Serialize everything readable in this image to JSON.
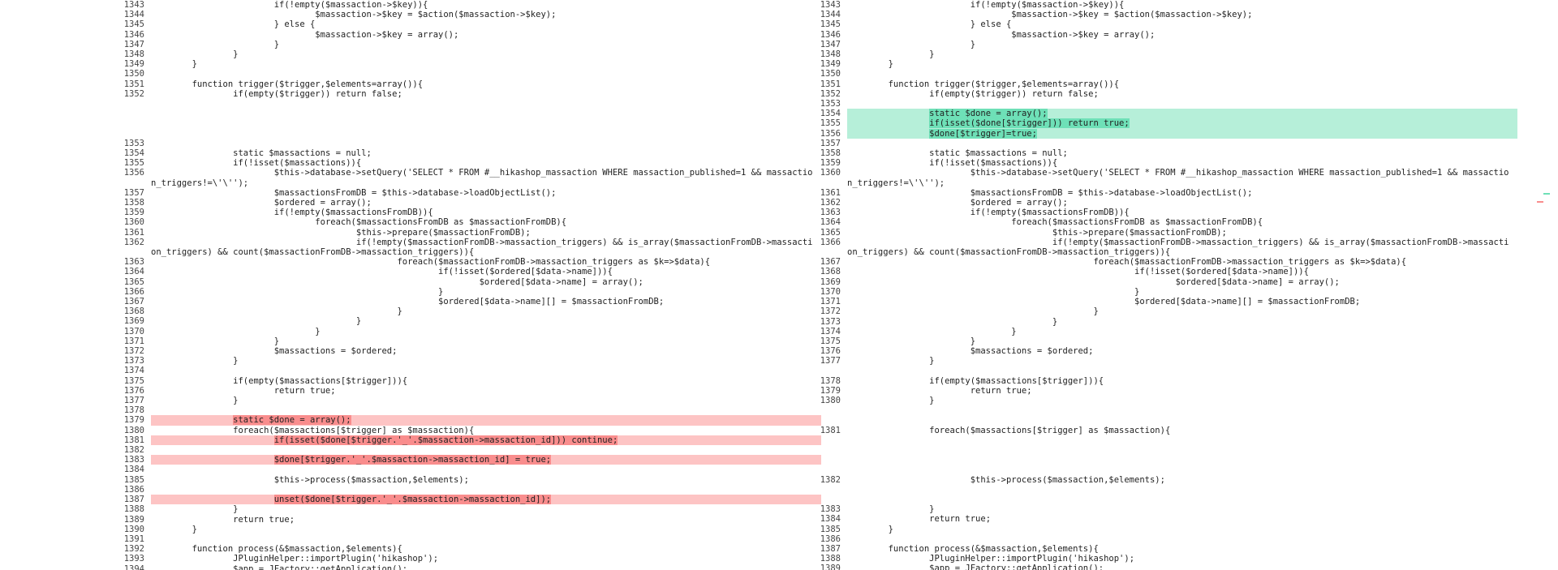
{
  "colors": {
    "removed_bg": "#fdc4c4",
    "removed_highlight": "#f98d8d",
    "added_bg": "#b6efd9",
    "added_highlight": "#6ee0b7",
    "filler_bg": "#e9ecef"
  },
  "left": [
    {
      "ln": "1343",
      "text": "                        if(!empty($massaction->$key)){",
      "type": "normal"
    },
    {
      "ln": "1344",
      "text": "                                $massaction->$key = $action($massaction->$key);",
      "type": "normal"
    },
    {
      "ln": "1345",
      "text": "                        } else {",
      "type": "normal"
    },
    {
      "ln": "1346",
      "text": "                                $massaction->$key = array();",
      "type": "normal"
    },
    {
      "ln": "1347",
      "text": "                        }",
      "type": "normal"
    },
    {
      "ln": "1348",
      "text": "                }",
      "type": "normal"
    },
    {
      "ln": "1349",
      "text": "        }",
      "type": "normal"
    },
    {
      "ln": "1350",
      "text": "",
      "type": "normal"
    },
    {
      "ln": "1351",
      "text": "        function trigger($trigger,$elements=array()){",
      "type": "normal"
    },
    {
      "ln": "1352",
      "text": "                if(empty($trigger)) return false;",
      "type": "normal"
    },
    {
      "ln": "",
      "text": "",
      "type": "filler"
    },
    {
      "ln": "",
      "text": "",
      "type": "filler"
    },
    {
      "ln": "",
      "text": "",
      "type": "filler"
    },
    {
      "ln": "",
      "text": "",
      "type": "filler"
    },
    {
      "ln": "1353",
      "text": "",
      "type": "normal"
    },
    {
      "ln": "1354",
      "text": "                static $massactions = null;",
      "type": "normal"
    },
    {
      "ln": "1355",
      "text": "                if(!isset($massactions)){",
      "type": "normal"
    },
    {
      "ln": "1356",
      "text": "                        $this->database->setQuery('SELECT * FROM #__hikashop_massaction WHERE massaction_published=1 && massaction_triggers!=\\'\\'');",
      "type": "normal",
      "wrap": true
    },
    {
      "ln": "1357",
      "text": "                        $massactionsFromDB = $this->database->loadObjectList();",
      "type": "normal"
    },
    {
      "ln": "1358",
      "text": "                        $ordered = array();",
      "type": "normal"
    },
    {
      "ln": "1359",
      "text": "                        if(!empty($massactionsFromDB)){",
      "type": "normal"
    },
    {
      "ln": "1360",
      "text": "                                foreach($massactionsFromDB as $massactionFromDB){",
      "type": "normal"
    },
    {
      "ln": "1361",
      "text": "                                        $this->prepare($massactionFromDB);",
      "type": "normal"
    },
    {
      "ln": "1362",
      "text": "                                        if(!empty($massactionFromDB->massaction_triggers) && is_array($massactionFromDB->massaction_triggers) && count($massactionFromDB->massaction_triggers)){",
      "type": "normal",
      "wrap": true
    },
    {
      "ln": "1363",
      "text": "                                                foreach($massactionFromDB->massaction_triggers as $k=>$data){",
      "type": "normal"
    },
    {
      "ln": "1364",
      "text": "                                                        if(!isset($ordered[$data->name])){",
      "type": "normal"
    },
    {
      "ln": "1365",
      "text": "                                                                $ordered[$data->name] = array();",
      "type": "normal"
    },
    {
      "ln": "1366",
      "text": "                                                        }",
      "type": "normal"
    },
    {
      "ln": "1367",
      "text": "                                                        $ordered[$data->name][] = $massactionFromDB;",
      "type": "normal"
    },
    {
      "ln": "1368",
      "text": "                                                }",
      "type": "normal"
    },
    {
      "ln": "1369",
      "text": "                                        }",
      "type": "normal"
    },
    {
      "ln": "1370",
      "text": "                                }",
      "type": "normal"
    },
    {
      "ln": "1371",
      "text": "                        }",
      "type": "normal"
    },
    {
      "ln": "1372",
      "text": "                        $massactions = $ordered;",
      "type": "normal"
    },
    {
      "ln": "1373",
      "text": "                }",
      "type": "normal"
    },
    {
      "ln": "1374",
      "text": "",
      "type": "removed"
    },
    {
      "ln": "1375",
      "text": "                if(empty($massactions[$trigger])){",
      "type": "normal"
    },
    {
      "ln": "1376",
      "text": "                        return true;",
      "type": "normal"
    },
    {
      "ln": "1377",
      "text": "                }",
      "type": "normal"
    },
    {
      "ln": "1378",
      "text": "",
      "type": "removed"
    },
    {
      "ln": "1379",
      "text": "                static $done = array();",
      "type": "removed",
      "hl": true
    },
    {
      "ln": "1380",
      "text": "                foreach($massactions[$trigger] as $massaction){",
      "type": "normal"
    },
    {
      "ln": "1381",
      "text": "                        if(isset($done[$trigger.'_'.$massaction->massaction_id])) continue;",
      "type": "removed",
      "hl": true
    },
    {
      "ln": "1382",
      "text": "",
      "type": "removed"
    },
    {
      "ln": "1383",
      "text": "                        $done[$trigger.'_'.$massaction->massaction_id] = true;",
      "type": "removed",
      "hl": true
    },
    {
      "ln": "1384",
      "text": "",
      "type": "removed"
    },
    {
      "ln": "1385",
      "text": "                        $this->process($massaction,$elements);",
      "type": "normal"
    },
    {
      "ln": "1386",
      "text": "",
      "type": "removed"
    },
    {
      "ln": "1387",
      "text": "                        unset($done[$trigger.'_'.$massaction->massaction_id]);",
      "type": "removed",
      "hl": true
    },
    {
      "ln": "1388",
      "text": "                }",
      "type": "normal"
    },
    {
      "ln": "1389",
      "text": "                return true;",
      "type": "normal"
    },
    {
      "ln": "1390",
      "text": "        }",
      "type": "normal"
    },
    {
      "ln": "1391",
      "text": "",
      "type": "normal"
    },
    {
      "ln": "1392",
      "text": "        function process(&$massaction,$elements){",
      "type": "normal"
    },
    {
      "ln": "1393",
      "text": "                JPluginHelper::importPlugin('hikashop');",
      "type": "normal"
    },
    {
      "ln": "1394",
      "text": "                $app = JFactory::getApplication();",
      "type": "normal"
    }
  ],
  "right": [
    {
      "ln": "1343",
      "text": "                        if(!empty($massaction->$key)){",
      "type": "normal"
    },
    {
      "ln": "1344",
      "text": "                                $massaction->$key = $action($massaction->$key);",
      "type": "normal"
    },
    {
      "ln": "1345",
      "text": "                        } else {",
      "type": "normal"
    },
    {
      "ln": "1346",
      "text": "                                $massaction->$key = array();",
      "type": "normal"
    },
    {
      "ln": "1347",
      "text": "                        }",
      "type": "normal"
    },
    {
      "ln": "1348",
      "text": "                }",
      "type": "normal"
    },
    {
      "ln": "1349",
      "text": "        }",
      "type": "normal"
    },
    {
      "ln": "1350",
      "text": "",
      "type": "normal"
    },
    {
      "ln": "1351",
      "text": "        function trigger($trigger,$elements=array()){",
      "type": "normal"
    },
    {
      "ln": "1352",
      "text": "                if(empty($trigger)) return false;",
      "type": "normal"
    },
    {
      "ln": "1353",
      "text": "",
      "type": "added"
    },
    {
      "ln": "1354",
      "text": "                static $done = array();",
      "type": "added",
      "hl": true
    },
    {
      "ln": "1355",
      "text": "                if(isset($done[$trigger])) return true;",
      "type": "added",
      "hl": true
    },
    {
      "ln": "1356",
      "text": "                $done[$trigger]=true;",
      "type": "added",
      "hl": true
    },
    {
      "ln": "1357",
      "text": "",
      "type": "normal"
    },
    {
      "ln": "1358",
      "text": "                static $massactions = null;",
      "type": "normal"
    },
    {
      "ln": "1359",
      "text": "                if(!isset($massactions)){",
      "type": "normal"
    },
    {
      "ln": "1360",
      "text": "                        $this->database->setQuery('SELECT * FROM #__hikashop_massaction WHERE massaction_published=1 && massaction_triggers!=\\'\\'');",
      "type": "normal",
      "wrap": true
    },
    {
      "ln": "1361",
      "text": "                        $massactionsFromDB = $this->database->loadObjectList();",
      "type": "normal"
    },
    {
      "ln": "1362",
      "text": "                        $ordered = array();",
      "type": "normal"
    },
    {
      "ln": "1363",
      "text": "                        if(!empty($massactionsFromDB)){",
      "type": "normal"
    },
    {
      "ln": "1364",
      "text": "                                foreach($massactionsFromDB as $massactionFromDB){",
      "type": "normal"
    },
    {
      "ln": "1365",
      "text": "                                        $this->prepare($massactionFromDB);",
      "type": "normal"
    },
    {
      "ln": "1366",
      "text": "                                        if(!empty($massactionFromDB->massaction_triggers) && is_array($massactionFromDB->massaction_triggers) && count($massactionFromDB->massaction_triggers)){",
      "type": "normal",
      "wrap": true
    },
    {
      "ln": "1367",
      "text": "                                                foreach($massactionFromDB->massaction_triggers as $k=>$data){",
      "type": "normal"
    },
    {
      "ln": "1368",
      "text": "                                                        if(!isset($ordered[$data->name])){",
      "type": "normal"
    },
    {
      "ln": "1369",
      "text": "                                                                $ordered[$data->name] = array();",
      "type": "normal"
    },
    {
      "ln": "1370",
      "text": "                                                        }",
      "type": "normal"
    },
    {
      "ln": "1371",
      "text": "                                                        $ordered[$data->name][] = $massactionFromDB;",
      "type": "normal"
    },
    {
      "ln": "1372",
      "text": "                                                }",
      "type": "normal"
    },
    {
      "ln": "1373",
      "text": "                                        }",
      "type": "normal"
    },
    {
      "ln": "1374",
      "text": "                                }",
      "type": "normal"
    },
    {
      "ln": "1375",
      "text": "                        }",
      "type": "normal"
    },
    {
      "ln": "1376",
      "text": "                        $massactions = $ordered;",
      "type": "normal"
    },
    {
      "ln": "1377",
      "text": "                }",
      "type": "normal"
    },
    {
      "ln": "",
      "text": "",
      "type": "filler"
    },
    {
      "ln": "1378",
      "text": "                if(empty($massactions[$trigger])){",
      "type": "normal"
    },
    {
      "ln": "1379",
      "text": "                        return true;",
      "type": "normal"
    },
    {
      "ln": "1380",
      "text": "                }",
      "type": "normal"
    },
    {
      "ln": "",
      "text": "",
      "type": "filler"
    },
    {
      "ln": "",
      "text": "",
      "type": "filler"
    },
    {
      "ln": "1381",
      "text": "                foreach($massactions[$trigger] as $massaction){",
      "type": "normal"
    },
    {
      "ln": "",
      "text": "",
      "type": "filler"
    },
    {
      "ln": "",
      "text": "",
      "type": "filler"
    },
    {
      "ln": "",
      "text": "",
      "type": "filler"
    },
    {
      "ln": "",
      "text": "",
      "type": "filler"
    },
    {
      "ln": "1382",
      "text": "                        $this->process($massaction,$elements);",
      "type": "normal"
    },
    {
      "ln": "",
      "text": "",
      "type": "filler"
    },
    {
      "ln": "",
      "text": "",
      "type": "filler"
    },
    {
      "ln": "1383",
      "text": "                }",
      "type": "normal"
    },
    {
      "ln": "1384",
      "text": "                return true;",
      "type": "normal"
    },
    {
      "ln": "1385",
      "text": "        }",
      "type": "normal"
    },
    {
      "ln": "1386",
      "text": "",
      "type": "normal"
    },
    {
      "ln": "1387",
      "text": "        function process(&$massaction,$elements){",
      "type": "normal"
    },
    {
      "ln": "1388",
      "text": "                JPluginHelper::importPlugin('hikashop');",
      "type": "normal"
    },
    {
      "ln": "1389",
      "text": "                $app = JFactory::getApplication();",
      "type": "normal"
    }
  ],
  "overview_marks": [
    {
      "color": "#6ee0b7"
    },
    {
      "color": "#f98d8d"
    }
  ]
}
